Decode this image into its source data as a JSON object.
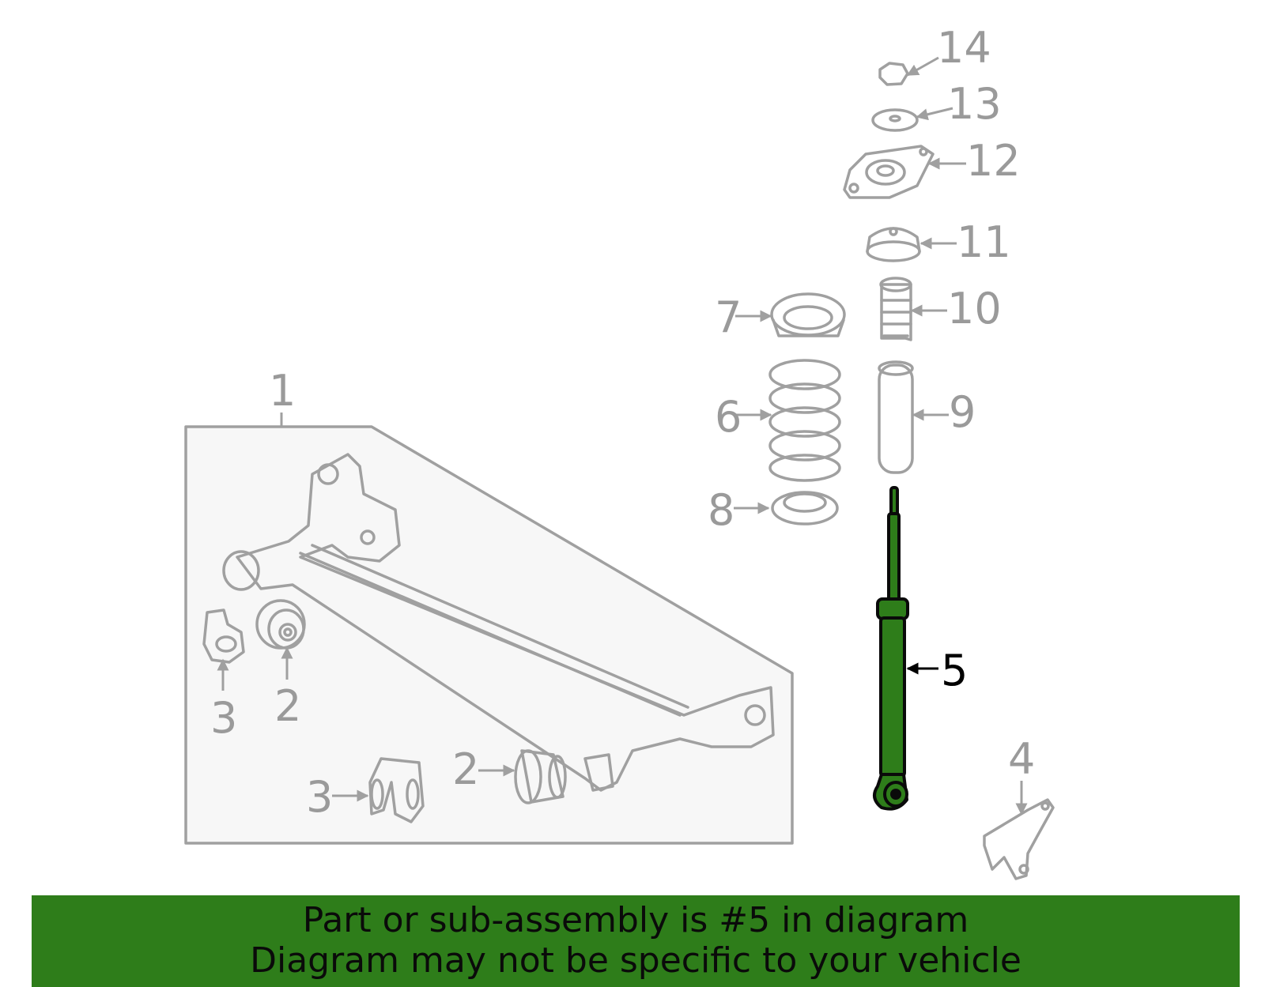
{
  "diagram": {
    "callouts": {
      "c1": "1",
      "c2a": "2",
      "c2b": "2",
      "c3a": "3",
      "c3b": "3",
      "c4": "4",
      "c5": "5",
      "c6": "6",
      "c7": "7",
      "c8": "8",
      "c9": "9",
      "c10": "10",
      "c11": "11",
      "c12": "12",
      "c13": "13",
      "c14": "14"
    },
    "highlighted_part": "5"
  },
  "banner": {
    "line1": "Part or sub-assembly is #5 in diagram",
    "line2": "Diagram may not be specific to your vehicle"
  },
  "colors": {
    "highlight": "#2e7d1a",
    "banner_bg": "#2e7d1a",
    "line_art": "#a0a0a0",
    "callout_text": "#9a9a9a"
  }
}
